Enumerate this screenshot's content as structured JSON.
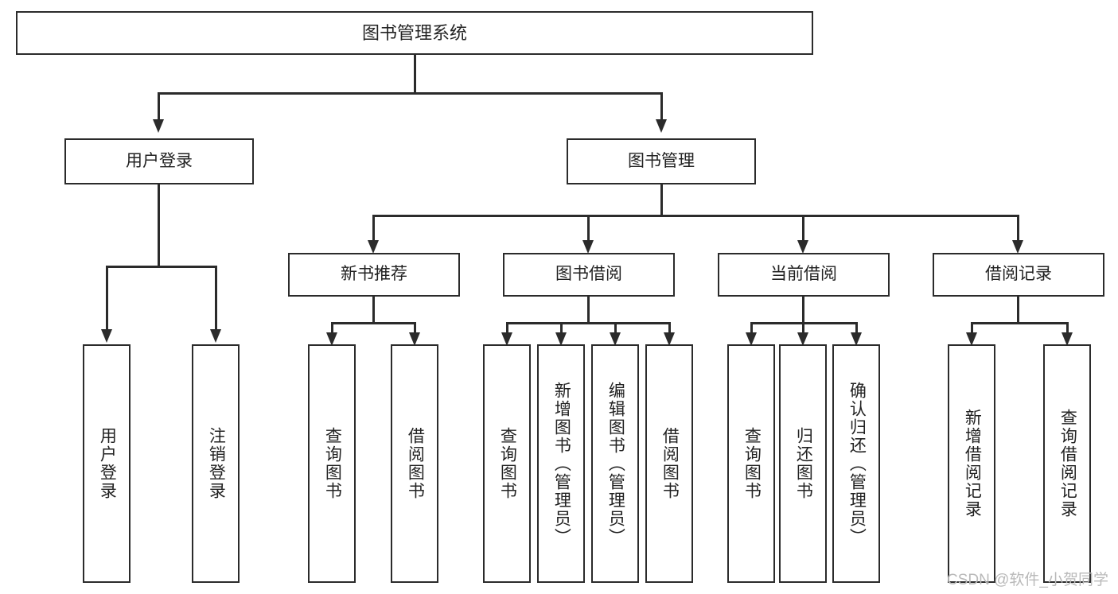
{
  "diagram": {
    "type": "tree-hierarchy",
    "title": "图书管理系统",
    "watermark": "CSDN @软件_小贺同学",
    "colors": {
      "stroke": "#2b2b2b",
      "fill": "#ffffff",
      "text": "#222222",
      "watermark": "#b9b9b9"
    },
    "nodes": {
      "root": {
        "label": "图书管理系统"
      },
      "level1": [
        {
          "id": "user-login",
          "label": "用户登录"
        },
        {
          "id": "book-management",
          "label": "图书管理"
        }
      ],
      "level2": [
        {
          "id": "new-book-recommend",
          "label": "新书推荐"
        },
        {
          "id": "book-borrow",
          "label": "图书借阅"
        },
        {
          "id": "current-borrow",
          "label": "当前借阅"
        },
        {
          "id": "borrow-record",
          "label": "借阅记录"
        }
      ],
      "leaves": {
        "user-login": [
          {
            "id": "leaf-user-login",
            "label": "用户登录"
          },
          {
            "id": "leaf-logout",
            "label": "注销登录"
          }
        ],
        "new-book-recommend": [
          {
            "id": "leaf-query-book-1",
            "label": "查询图书"
          },
          {
            "id": "leaf-borrow-book-1",
            "label": "借阅图书"
          }
        ],
        "book-borrow": [
          {
            "id": "leaf-query-book-2",
            "label": "查询图书"
          },
          {
            "id": "leaf-add-book",
            "label": "新增图书（管理员）"
          },
          {
            "id": "leaf-edit-book",
            "label": "编辑图书（管理员）"
          },
          {
            "id": "leaf-borrow-book-2",
            "label": "借阅图书"
          }
        ],
        "current-borrow": [
          {
            "id": "leaf-query-book-3",
            "label": "查询图书"
          },
          {
            "id": "leaf-return-book",
            "label": "归还图书"
          },
          {
            "id": "leaf-confirm-return",
            "label": "确认归还（管理员）"
          }
        ],
        "borrow-record": [
          {
            "id": "leaf-add-record",
            "label": "新增借阅记录"
          },
          {
            "id": "leaf-query-record",
            "label": "查询借阅记录"
          }
        ]
      }
    }
  }
}
